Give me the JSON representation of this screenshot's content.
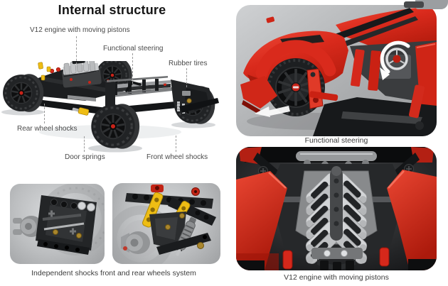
{
  "title": "Internal structure",
  "chassis": {
    "labels": [
      {
        "id": "v12-engine",
        "text": "V12 engine with moving pistons"
      },
      {
        "id": "functional-steering",
        "text": "Functional steering"
      },
      {
        "id": "rubber-tires",
        "text": "Rubber tires"
      },
      {
        "id": "rear-wheel-shocks",
        "text": "Rear wheel shocks"
      },
      {
        "id": "door-springs",
        "text": "Door springs"
      },
      {
        "id": "front-wheel-shocks",
        "text": "Front wheel shocks"
      }
    ]
  },
  "photos": {
    "steering": {
      "caption": "Functional steering"
    },
    "suspension": {
      "caption": "Independent shocks front and rear wheels system"
    },
    "engine": {
      "caption": "V12 engine with moving pistons"
    }
  },
  "icons": {
    "steering_rotation_arrow": "curved-arrow",
    "turn_direction_arrow": "arrow-down-left"
  },
  "colors": {
    "car_red": "#d5281b",
    "hub_red": "#c8241a",
    "lego_yellow": "#eebd14",
    "panel_gray": "#b4b6b8",
    "engine_bg": "#17191b",
    "caption_text": "#3c3c3c",
    "background": "#ffffff"
  }
}
